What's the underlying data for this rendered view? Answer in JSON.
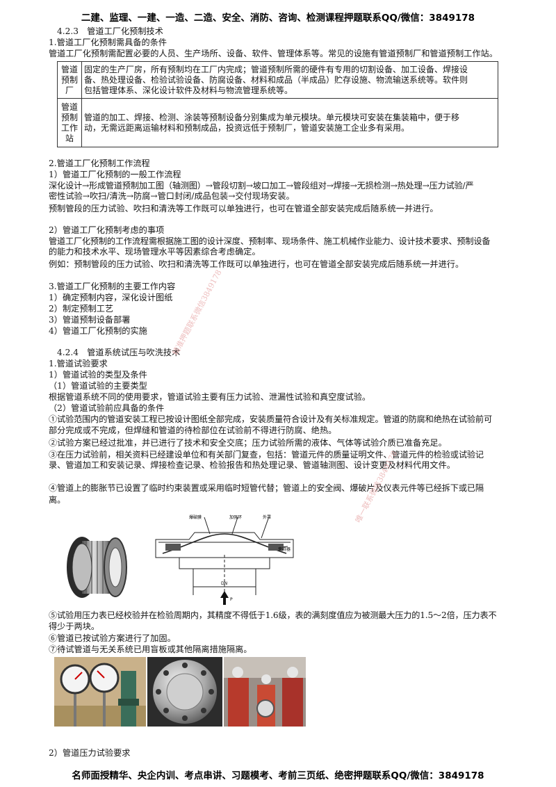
{
  "header": {
    "banner": "二建、监理、一建、一造、二造、安全、消防、咨询、检测课程押题联系QQ/微信：3849178"
  },
  "footer": {
    "banner": "名师面授精华、央企内训、考点串讲、习题模考、考前三页纸、绝密押题联系QQ/微信：3849178"
  },
  "s423": {
    "title": "4.2.3　管道工厂化预制技术",
    "h1": "1.管道工厂化预制需具备的条件",
    "p1": "管道工厂化预制需配置必要的人员、生产场所、设备、软件、管理体系等。常见的设施有管道预制厂和管道预制工作站。",
    "table": [
      {
        "label": [
          "管道",
          "预制",
          "厂"
        ],
        "lines": [
          "固定的生产厂房，所有预制均在工厂内完成；管道预制所需的硬件有专用的切割设备、加工设备、焊接设",
          "备、热处理设备、检验试验设备、防腐设备、材料和成品（半成品）贮存设施、物流输送系统等。软件则",
          "包括管理体系、深化设计软件及材料与物流管理系统等。"
        ]
      },
      {
        "label": [
          "管道",
          "预制",
          "工作",
          "站"
        ],
        "lines": [
          "管道的加工、焊接、检测、涂装等预制设备分别集成为单元模块。单元模块可安装在集装箱中，便于移",
          "动，无需远距离运输材料和预制成品，投资远低于预制厂，管道安装施工企业多有采用。"
        ]
      }
    ],
    "h2": "2.管道工厂化预制工作流程",
    "h2_1": "1）管道工厂化预制的一般工作流程",
    "flow1": "深化设计→形成管道预制加工图（轴测图）→管段切割→坡口加工→管段组对→焊接→无损检测→热处理→压力试验/严",
    "flow2": "密性试验→吹扫/清洗→防腐→管口封闭/成品包装→交付现场安装。",
    "flow3": "预制管段的压力试验、吹扫和清洗等工作既可以单独进行，也可在管道全部安装完成后随系统一并进行。",
    "h2_2": "2）管道工厂化预制考虑的事项",
    "c1": "管道工厂化预制的工作流程需根据施工图的设计深度、预制率、现场条件、施工机械作业能力、设计技术要求、预制设备",
    "c2": "的能力和技术水平、现场管理水平等因素综合考虑确定。",
    "c3": "例如：预制管段的压力试验、吹扫和清洗等工作既可以单独进行，也可在管道全部安装完成后随系统一并进行。",
    "h3": "3.管道工厂化预制的主要工作内容",
    "w1": "1）确定预制内容，深化设计图纸",
    "w2": "2）制定预制工艺",
    "w3": "3）管道预制设备部署",
    "w4": "4）管道工厂化预制的实施"
  },
  "s424": {
    "title": "4.2.4　管道系统试压与吹洗技术",
    "h1": "1.管道试验要求",
    "h1_1": "1）管道试验的类型及条件",
    "t1": "（1）管道试验的主要类型",
    "t1p": "根据管道系统不同的使用要求，管道试验主要有压力试验、泄漏性试验和真空度试验。",
    "t2": "（2）管道试验前应具备的条件",
    "i1a": "①试验范围内的管道安装工程已按设计图纸全部完成，安装质量符合设计及有关标准规定。管道的防腐和绝热在试验前可",
    "i1b": "部分完成或不完成，但焊缝和管道的待检部位在试验前不得进行防腐、绝热。",
    "i2": "②试验方案已经过批准，并已进行了技术和安全交底；压力试验所需的液体、气体等试验介质已准备充足。",
    "i3a": "③在压力试验前，相关资料已经建设单位和有关部门复查，包括：管道元件的质量证明文件、管道元件的检验或试验记",
    "i3b": "录、管道加工和安装记录、焊接检查记录、检验报告和热处理记录、管道轴测图、设计变更及材料代用文件。",
    "i4a": "④管道上的膨胀节已设置了临时约束装置或采用临时短管代替；管道上的安全阀、爆破片及仪表元件等已经拆下或已隔",
    "i4b": "离。",
    "i5a": "⑤试验用压力表已经校验并在检验周期内，其精度不得低于1.6级，表的满刻度值应为被测最大压力的1.5～2倍，压力表不",
    "i5b": "得少于两块。",
    "i6": "⑥管道已按试验方案进行了加固。",
    "i7": "⑦待试管道与无关系统已用盲板或其他隔离措施隔离。",
    "h1_2": "2）管道压力试验要求"
  },
  "diagram": {
    "l1": "爆破膜",
    "l2": "加强环",
    "l3": "外罩",
    "l4": "夹持器",
    "dn": "DN",
    "p": "P"
  },
  "watermarks": {
    "w1": "精准押题联系微信3849178",
    "w2": "唯一联系微信3849178"
  }
}
